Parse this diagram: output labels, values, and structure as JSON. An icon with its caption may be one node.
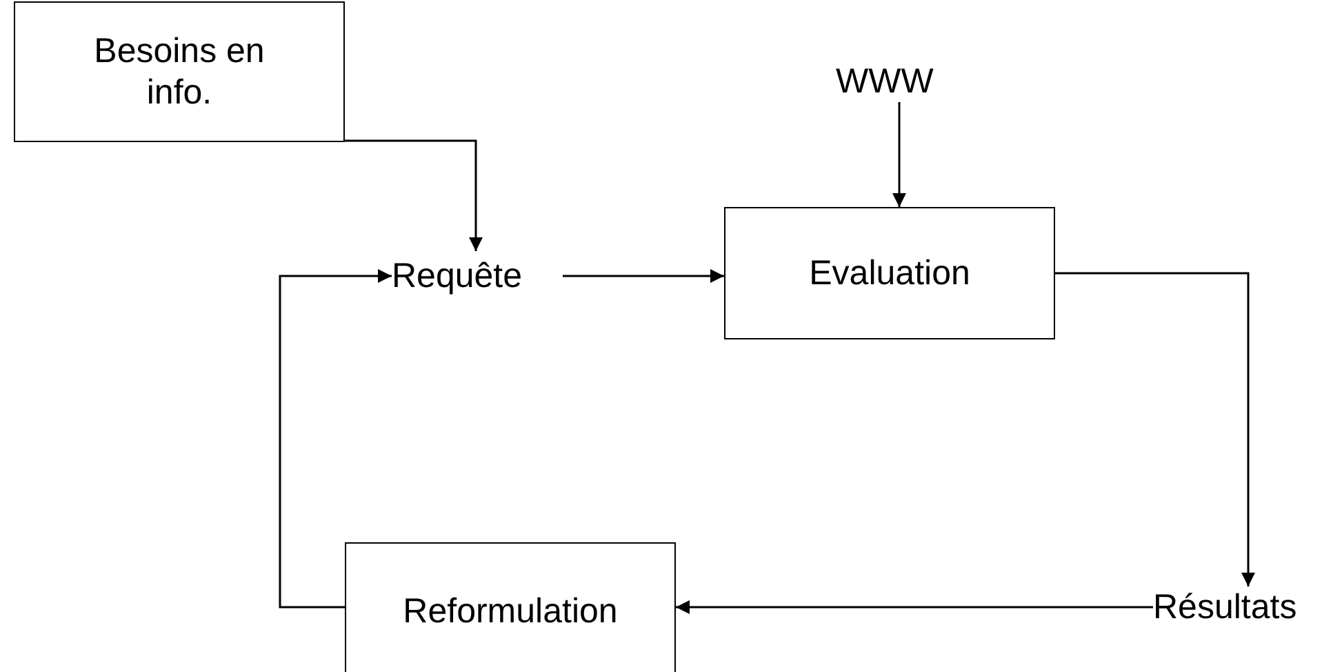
{
  "diagram": {
    "nodes": [
      {
        "text": [
          "Besoins en info."
        ]
      },
      {
        "text": [
          "WWW"
        ]
      },
      {
        "text": [
          "Requête"
        ]
      },
      {
        "text": [
          "Evaluation"
        ]
      },
      {
        "text": [
          "Résultats"
        ]
      },
      {
        "text": [
          "Reformulation"
        ]
      }
    ],
    "edges": [
      {
        "from": 0,
        "to": 2,
        "arrow": "to"
      },
      {
        "from": 1,
        "to": 3,
        "arrow": "to"
      },
      {
        "from": 2,
        "to": 3,
        "arrow": "to"
      },
      {
        "from": 3,
        "to": 4,
        "arrow": "to"
      },
      {
        "from": 4,
        "to": 5,
        "arrow": "to"
      },
      {
        "from": 5,
        "to": 2,
        "arrow": "to"
      }
    ]
  }
}
